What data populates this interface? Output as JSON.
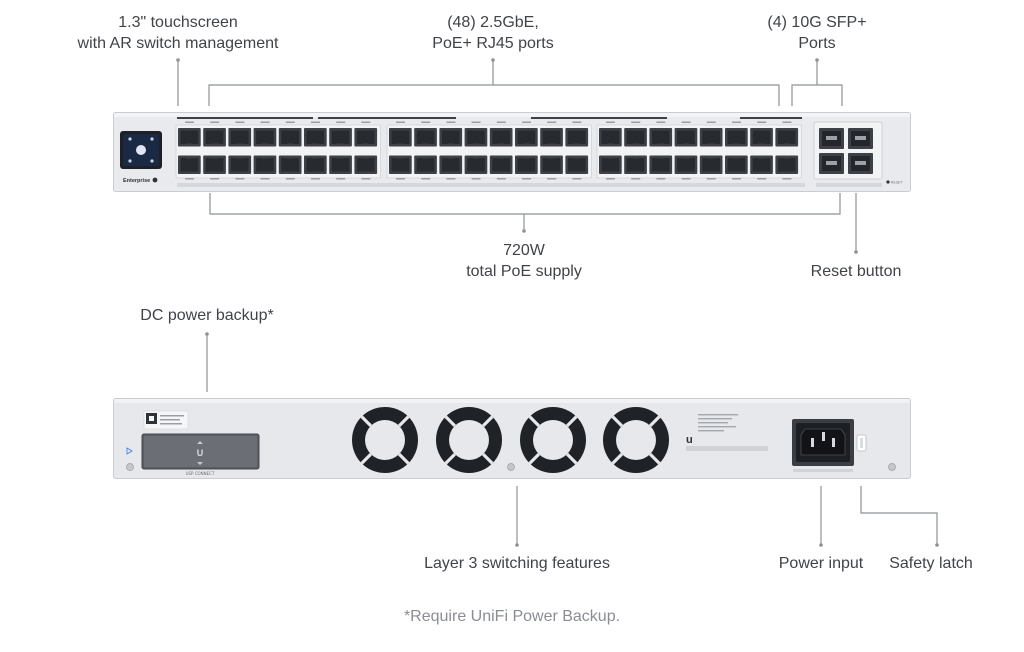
{
  "callouts": {
    "touchscreen": [
      "1.3\" touchscreen",
      "with AR switch management"
    ],
    "rj45": [
      "(48) 2.5GbE,",
      "PoE+ RJ45 ports"
    ],
    "sfp": [
      "(4) 10G SFP+",
      "Ports"
    ],
    "poe_supply": [
      "720W",
      "total PoE supply"
    ],
    "reset": "Reset button",
    "dc_backup": "DC power backup*",
    "layer3": "Layer 3 switching features",
    "power_input": "Power input",
    "safety_latch": "Safety latch"
  },
  "front_panel": {
    "brand_label": "Enterprise",
    "reset_label": "RESET",
    "rj45_port_count": 48,
    "sfp_port_count": 4
  },
  "rear_panel": {
    "module_label": "USP CONNECT",
    "fan_count": 4
  },
  "footnote": "*Require UniFi Power Backup.",
  "colors": {
    "chassis": "#e8eaed",
    "chassis_edge": "#c9ccd1",
    "port": "#3d4147",
    "leader_line": "#8e9298",
    "text": "#404348",
    "footnote": "#8a8e94"
  }
}
